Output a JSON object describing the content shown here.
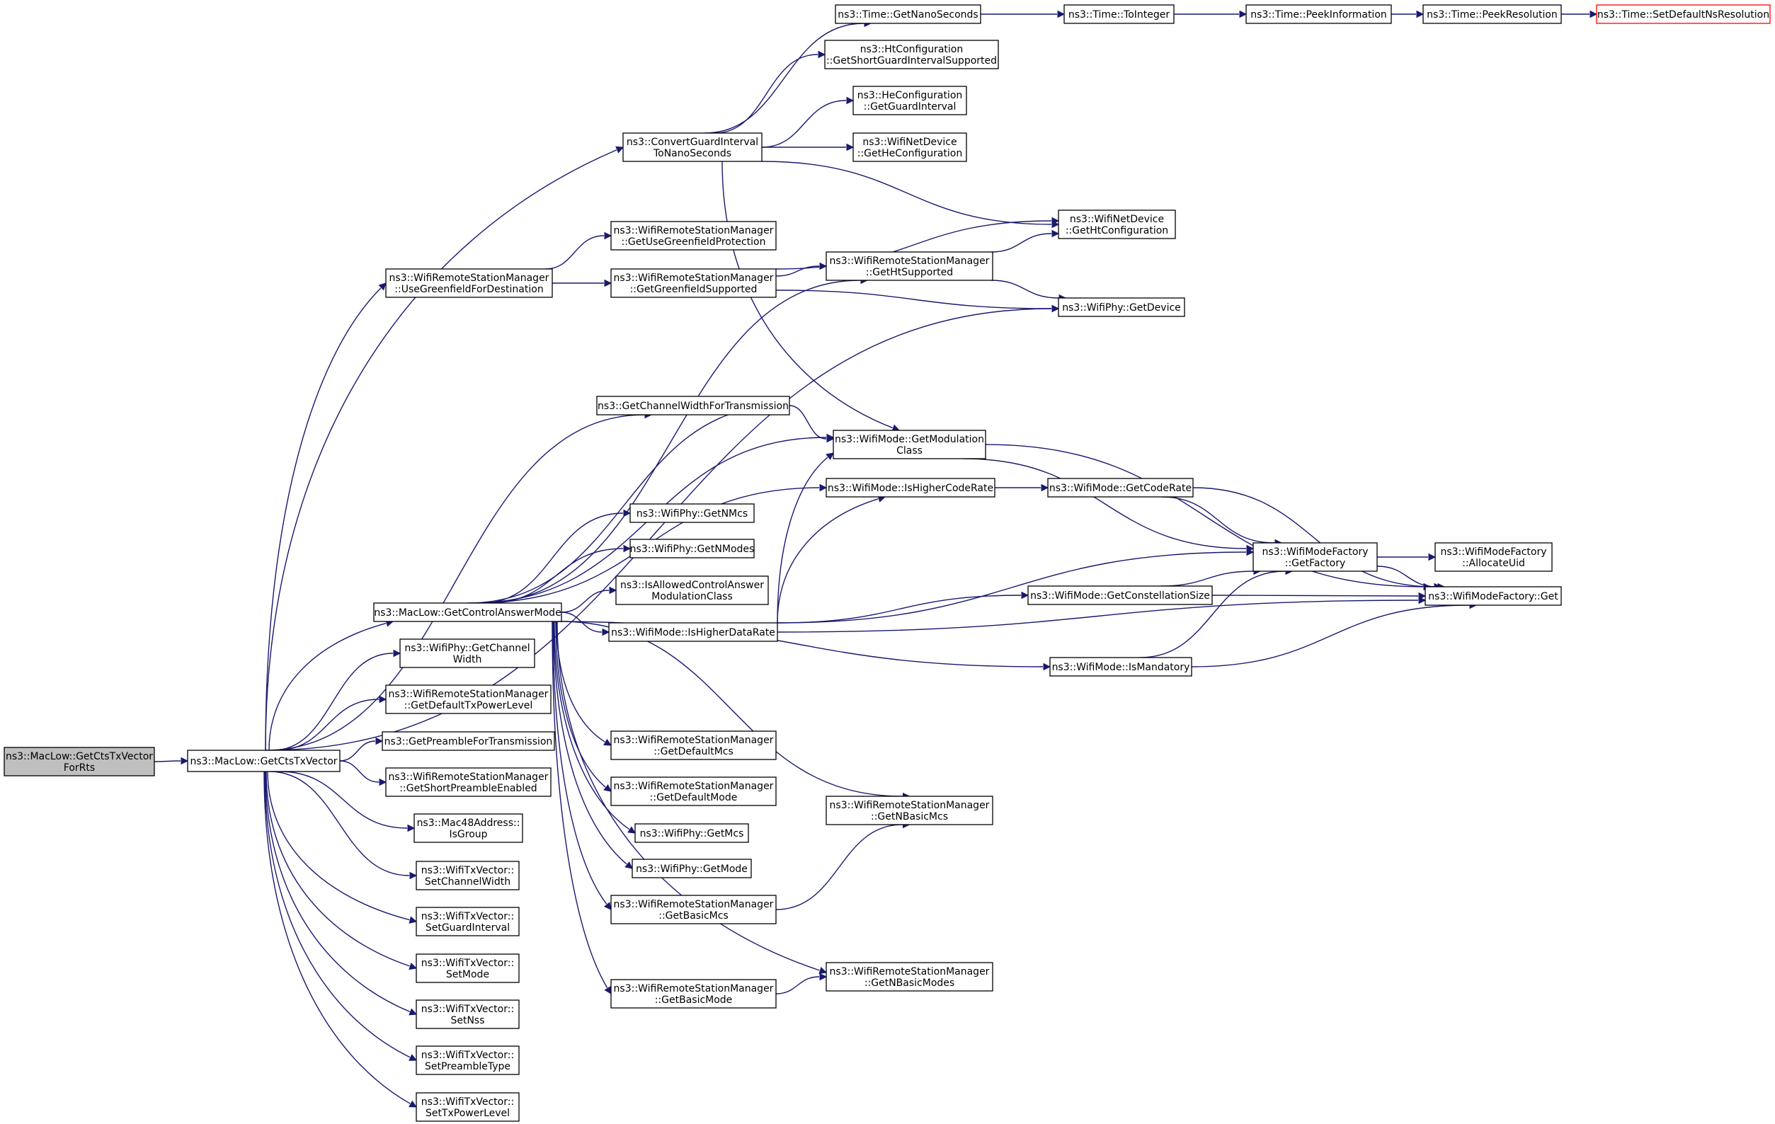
{
  "nodes": [
    {
      "id": "root",
      "lines": [
        "ns3::MacLow::GetCtsTxVector",
        "ForRts"
      ],
      "style": "root"
    },
    {
      "id": "ctsv",
      "lines": [
        "ns3::MacLow::GetCtsTxVector"
      ]
    },
    {
      "id": "cgi",
      "lines": [
        "ns3::ConvertGuardInterval",
        "ToNanoSeconds"
      ]
    },
    {
      "id": "ugfd",
      "lines": [
        "ns3::WifiRemoteStationManager",
        "::UseGreenfieldForDestination"
      ]
    },
    {
      "id": "cwt",
      "lines": [
        "ns3::GetChannelWidthForTransmission"
      ]
    },
    {
      "id": "gcam",
      "lines": [
        "ns3::MacLow::GetControlAnswerMode"
      ]
    },
    {
      "id": "pgcw",
      "lines": [
        "ns3::WifiPhy::GetChannel",
        "Width"
      ]
    },
    {
      "id": "gdtp",
      "lines": [
        "ns3::WifiRemoteStationManager",
        "::GetDefaultTxPowerLevel"
      ]
    },
    {
      "id": "gpt",
      "lines": [
        "ns3::GetPreambleForTransmission"
      ]
    },
    {
      "id": "gspe",
      "lines": [
        "ns3::WifiRemoteStationManager",
        "::GetShortPreambleEnabled"
      ]
    },
    {
      "id": "isg",
      "lines": [
        "ns3::Mac48Address::",
        "IsGroup"
      ]
    },
    {
      "id": "scw",
      "lines": [
        "ns3::WifiTxVector::",
        "SetChannelWidth"
      ]
    },
    {
      "id": "sgi",
      "lines": [
        "ns3::WifiTxVector::",
        "SetGuardInterval"
      ]
    },
    {
      "id": "smode",
      "lines": [
        "ns3::WifiTxVector::",
        "SetMode"
      ]
    },
    {
      "id": "snss",
      "lines": [
        "ns3::WifiTxVector::",
        "SetNss"
      ]
    },
    {
      "id": "spt",
      "lines": [
        "ns3::WifiTxVector::",
        "SetPreambleType"
      ]
    },
    {
      "id": "stpl",
      "lines": [
        "ns3::WifiTxVector::",
        "SetTxPowerLevel"
      ]
    },
    {
      "id": "gugp",
      "lines": [
        "ns3::WifiRemoteStationManager",
        "::GetUseGreenfieldProtection"
      ]
    },
    {
      "id": "ggs",
      "lines": [
        "ns3::WifiRemoteStationManager",
        "::GetGreenfieldSupported"
      ]
    },
    {
      "id": "gnmcs",
      "lines": [
        "ns3::WifiPhy::GetNMcs"
      ]
    },
    {
      "id": "gnmodes",
      "lines": [
        "ns3::WifiPhy::GetNModes"
      ]
    },
    {
      "id": "iacam",
      "lines": [
        "ns3::IsAllowedControlAnswer",
        "ModulationClass"
      ]
    },
    {
      "id": "ihdr",
      "lines": [
        "ns3::WifiMode::IsHigherDataRate"
      ]
    },
    {
      "id": "gdmcs",
      "lines": [
        "ns3::WifiRemoteStationManager",
        "::GetDefaultMcs"
      ]
    },
    {
      "id": "gdmode",
      "lines": [
        "ns3::WifiRemoteStationManager",
        "::GetDefaultMode"
      ]
    },
    {
      "id": "pgmcs",
      "lines": [
        "ns3::WifiPhy::GetMcs"
      ]
    },
    {
      "id": "pgmode",
      "lines": [
        "ns3::WifiPhy::GetMode"
      ]
    },
    {
      "id": "gbmcs",
      "lines": [
        "ns3::WifiRemoteStationManager",
        "::GetBasicMcs"
      ]
    },
    {
      "id": "gbmode",
      "lines": [
        "ns3::WifiRemoteStationManager",
        "::GetBasicMode"
      ]
    },
    {
      "id": "gns",
      "lines": [
        "ns3::Time::GetNanoSeconds"
      ]
    },
    {
      "id": "gsgis",
      "lines": [
        "ns3::HtConfiguration",
        "::GetShortGuardIntervalSupported"
      ]
    },
    {
      "id": "hcgi",
      "lines": [
        "ns3::HeConfiguration",
        "::GetGuardInterval"
      ]
    },
    {
      "id": "ndghe",
      "lines": [
        "ns3::WifiNetDevice",
        "::GetHeConfiguration"
      ]
    },
    {
      "id": "ndght",
      "lines": [
        "ns3::WifiNetDevice",
        "::GetHtConfiguration"
      ]
    },
    {
      "id": "ghts",
      "lines": [
        "ns3::WifiRemoteStationManager",
        "::GetHtSupported"
      ]
    },
    {
      "id": "pgdev",
      "lines": [
        "ns3::WifiPhy::GetDevice"
      ]
    },
    {
      "id": "gmc",
      "lines": [
        "ns3::WifiMode::GetModulation",
        "Class"
      ]
    },
    {
      "id": "ihcr",
      "lines": [
        "ns3::WifiMode::IsHigherCodeRate"
      ]
    },
    {
      "id": "gnbmcs",
      "lines": [
        "ns3::WifiRemoteStationManager",
        "::GetNBasicMcs"
      ]
    },
    {
      "id": "gnbmodes",
      "lines": [
        "ns3::WifiRemoteStationManager",
        "::GetNBasicModes"
      ]
    },
    {
      "id": "toint",
      "lines": [
        "ns3::Time::ToInteger"
      ]
    },
    {
      "id": "peekinfo",
      "lines": [
        "ns3::Time::PeekInformation"
      ]
    },
    {
      "id": "peekres",
      "lines": [
        "ns3::Time::PeekResolution"
      ]
    },
    {
      "id": "sdnr",
      "lines": [
        "ns3::Time::SetDefaultNsResolution"
      ],
      "style": "trunc"
    },
    {
      "id": "gcr",
      "lines": [
        "ns3::WifiMode::GetCodeRate"
      ]
    },
    {
      "id": "gcs",
      "lines": [
        "ns3::WifiMode::GetConstellationSize"
      ]
    },
    {
      "id": "ismand",
      "lines": [
        "ns3::WifiMode::IsMandatory"
      ]
    },
    {
      "id": "mfgf",
      "lines": [
        "ns3::WifiModeFactory",
        "::GetFactory"
      ]
    },
    {
      "id": "mfau",
      "lines": [
        "ns3::WifiModeFactory",
        "::AllocateUid"
      ]
    },
    {
      "id": "mfget",
      "lines": [
        "ns3::WifiModeFactory::Get"
      ]
    }
  ]
}
